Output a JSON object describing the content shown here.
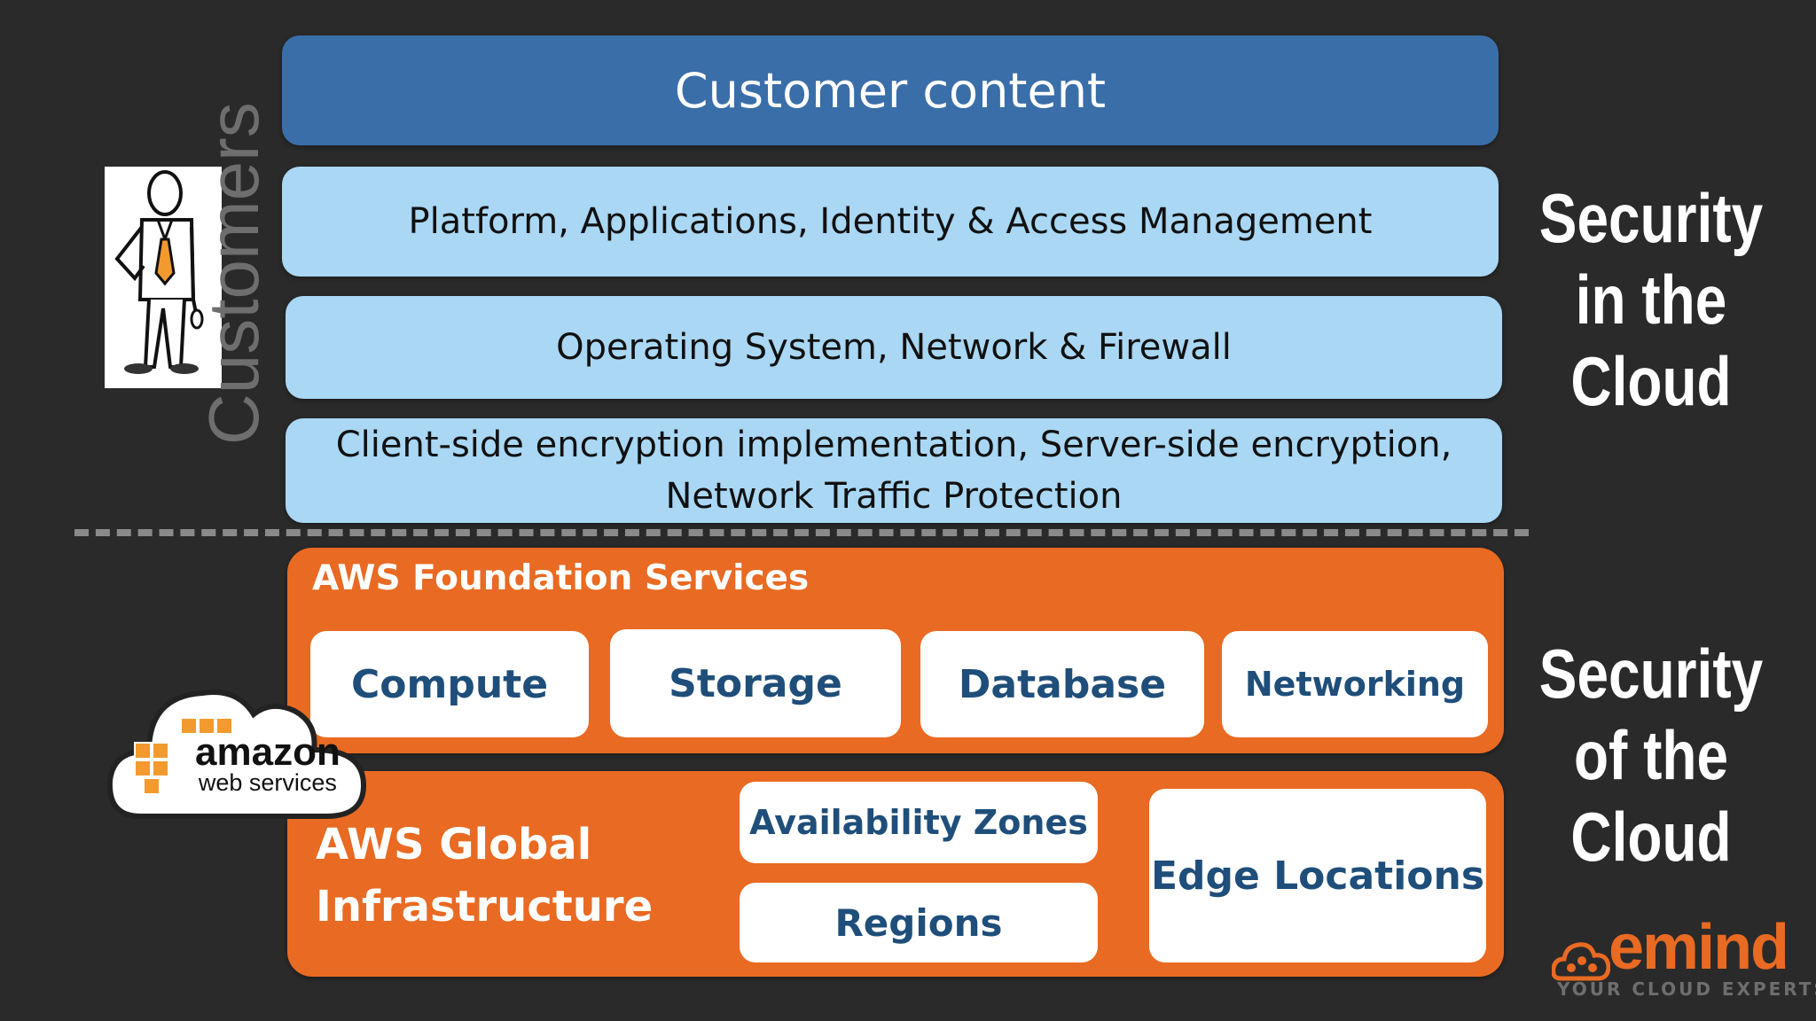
{
  "customer_layers": {
    "customer_content": "Customer content",
    "platform": "Platform, Applications, Identity & Access Management",
    "os": "Operating System, Network & Firewall",
    "encryption_line1": "Client-side encryption implementation, Server-side encryption,",
    "encryption_line2": "Network Traffic Protection"
  },
  "customers_label": "Customers",
  "security_in": [
    "Security",
    "in the",
    "Cloud"
  ],
  "security_of": [
    "Security",
    "of the",
    "Cloud"
  ],
  "foundation": {
    "title": "AWS Foundation Services",
    "items": [
      "Compute",
      "Storage",
      "Database",
      "Networking"
    ]
  },
  "global_infra": {
    "title_line1": "AWS Global",
    "title_line2": "Infrastructure",
    "availability_zones": "Availability Zones",
    "regions": "Regions",
    "edge_locations": "Edge Locations"
  },
  "aws_logo": {
    "line1": "amazon",
    "line2": "web services"
  },
  "emind_logo": {
    "name": "emind",
    "tagline": "YOUR CLOUD EXPERTS"
  },
  "colors": {
    "background": "#2a2a2a",
    "dark_blue": "#3a6ea9",
    "light_blue": "#a9d7f4",
    "orange": "#e96a22",
    "text_blue": "#1f4e7a"
  }
}
